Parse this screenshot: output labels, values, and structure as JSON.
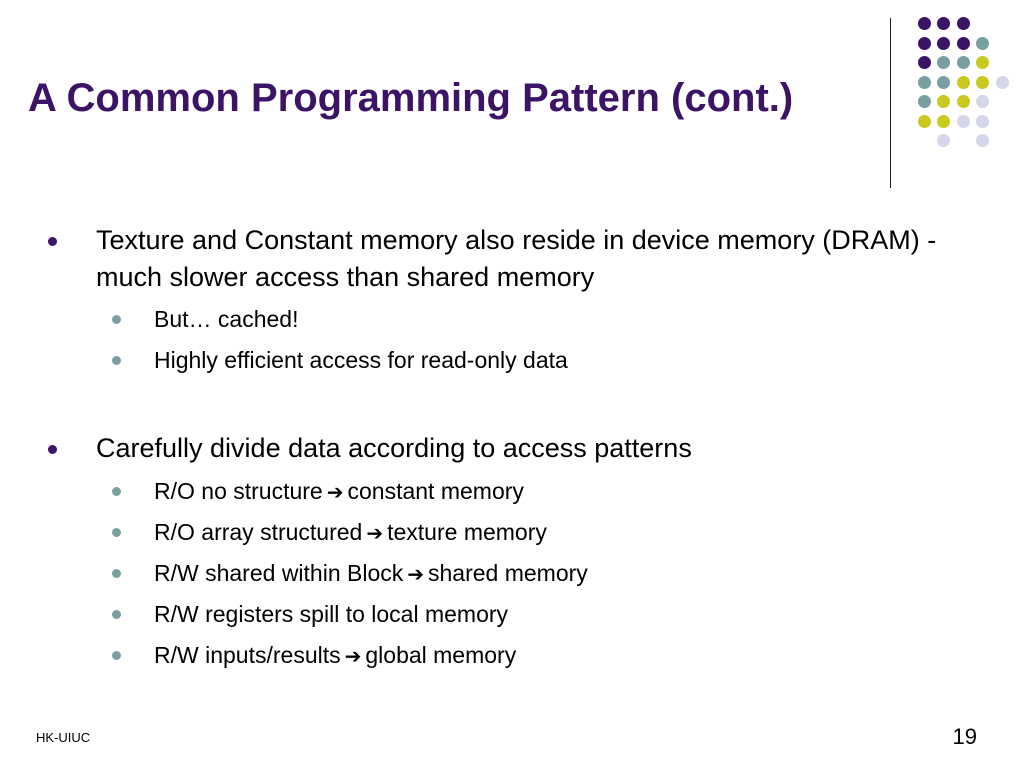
{
  "slide": {
    "title": "A Common Programming Pattern (cont.)",
    "bullets": [
      {
        "text": "Texture and Constant memory also reside in device memory (DRAM) - much slower access than shared memory",
        "sub": [
          {
            "text": "But… cached!"
          },
          {
            "text": "Highly efficient access for read-only data"
          }
        ]
      },
      {
        "text": "Carefully divide data according to access patterns",
        "sub": [
          {
            "before": "R/O no structure",
            "after": "constant memory"
          },
          {
            "before": "R/O array structured",
            "after": "texture memory"
          },
          {
            "before": "R/W shared within Block",
            "after": "shared memory"
          },
          {
            "text": "R/W registers spill to local memory"
          },
          {
            "before": "R/W inputs/results",
            "after": "global memory"
          }
        ]
      }
    ]
  },
  "footer": {
    "left": "HK-UIUC",
    "page_number": "19"
  },
  "arrow_glyph": "➔",
  "colors": {
    "title": "#3b1466",
    "purple": "#3b1466",
    "teal": "#7a9fa0",
    "yellow": "#c9c920",
    "lavender": "#d6d6ea"
  }
}
